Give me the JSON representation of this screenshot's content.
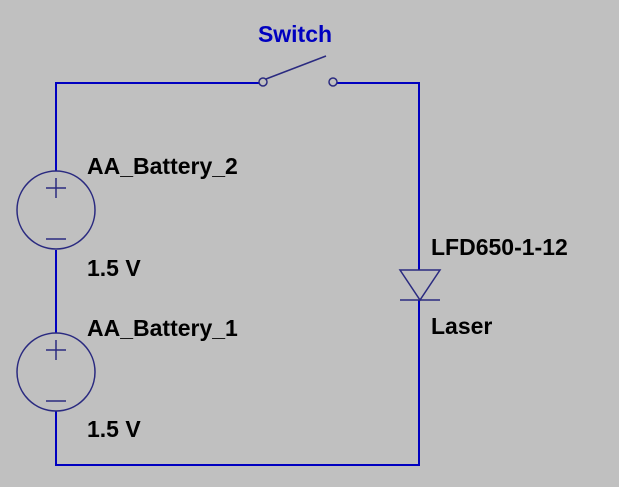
{
  "schematic": {
    "background": "#c0c0c0",
    "wire_color": "#0000c0",
    "symbol_color": "#2a2a80",
    "switch": {
      "label": "Switch",
      "state": "open"
    },
    "batteries": [
      {
        "name": "AA_Battery_2",
        "value": "1.5 V",
        "plus": "+",
        "minus": "−"
      },
      {
        "name": "AA_Battery_1",
        "value": "1.5 V",
        "plus": "+",
        "minus": "−"
      }
    ],
    "laser": {
      "part": "LFD650-1-12",
      "type": "Laser"
    }
  }
}
